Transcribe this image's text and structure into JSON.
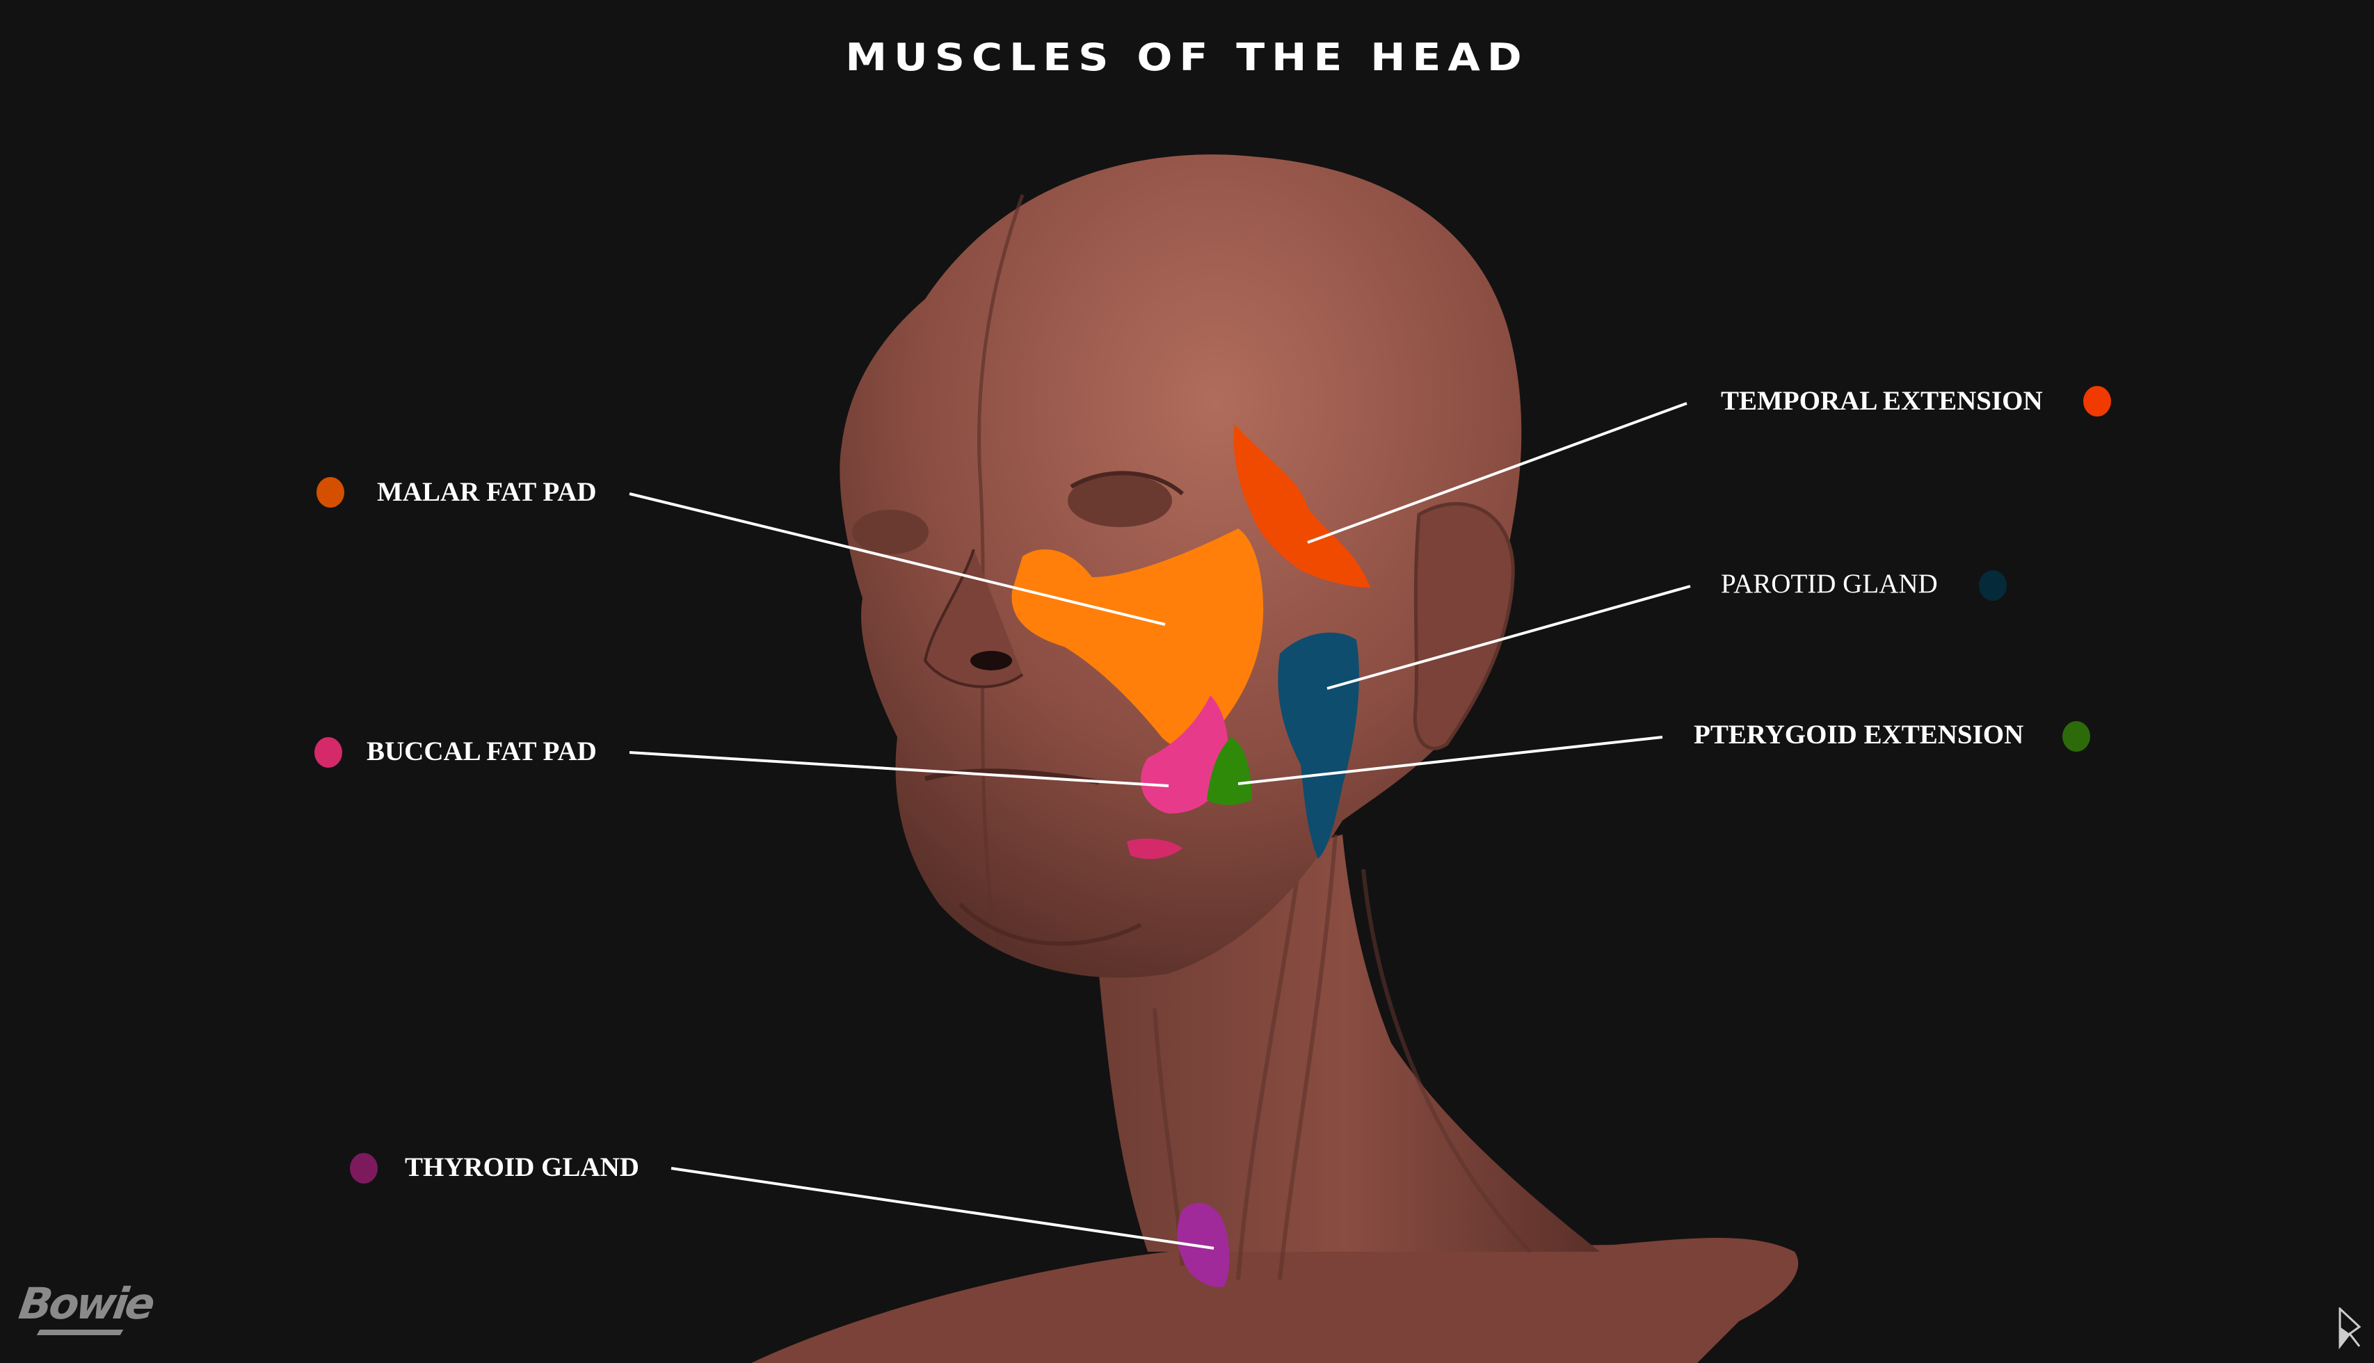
{
  "title": "MUSCLES OF THE HEAD",
  "colors": {
    "background": "#121212",
    "skin": "#8a4d42",
    "skin_light": "#a76657",
    "skin_dark": "#5e332b",
    "malar_fat_pad": "#d45000",
    "buccal_fat_pad": "#d42a6a",
    "thyroid_gland": "#7d1a5e",
    "temporal_extension": "#f03a00",
    "parotid_gland": "#052a3a",
    "pterygoid_extension": "#2d6a0a",
    "malar_region": "#ff7f0a",
    "parotid_region": "#0e4d6e",
    "thyroid_region": "#a02a9a",
    "pterygoid_region": "#2f8a0a",
    "buccal_region": "#e83a8a"
  },
  "labels": {
    "left": [
      {
        "id": "malar",
        "text": "MALAR FAT PAD",
        "bold": true,
        "color": "#d45000"
      },
      {
        "id": "buccal",
        "text": "BUCCAL FAT PAD",
        "bold": true,
        "color": "#d42a6a"
      },
      {
        "id": "thyroid",
        "text": "THYROID GLAND",
        "bold": true,
        "color": "#7d1a5e"
      }
    ],
    "right": [
      {
        "id": "temporal",
        "text": "TEMPORAL EXTENSION",
        "bold": true,
        "color": "#f03a00"
      },
      {
        "id": "parotid",
        "text": "PAROTID GLAND",
        "bold": false,
        "color": "#052a3a"
      },
      {
        "id": "pterygoid",
        "text": "PTERYGOID EXTENSION",
        "bold": true,
        "color": "#2d6a0a"
      }
    ]
  },
  "logo": {
    "text": "Bowie"
  },
  "icons": {
    "cursor": "arrow-cursor-icon",
    "logo": "bowie-logo-icon"
  }
}
